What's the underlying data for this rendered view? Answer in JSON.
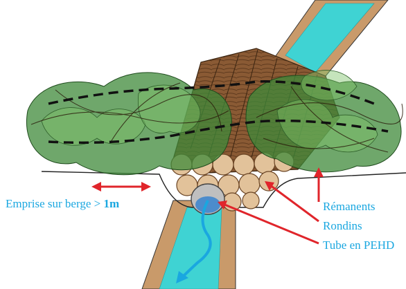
{
  "labels": {
    "emprise_text": "Emprise sur berge",
    "emprise_gt": ">",
    "emprise_value": "1m",
    "remanents": "Rémanents",
    "rondins": "Rondins",
    "tube": "Tube en PEHD"
  },
  "colors": {
    "water": "#3fd3d3",
    "bank": "#c99a6a",
    "log_side": "#7a4a2a",
    "log_end": "#e2c29a",
    "foliage": "#3f8a3a",
    "foliage_light": "#7fc36a",
    "arrow_red": "#e0252b",
    "arrow_blue": "#1aa7e0",
    "pipe": "#bfbfbf"
  }
}
